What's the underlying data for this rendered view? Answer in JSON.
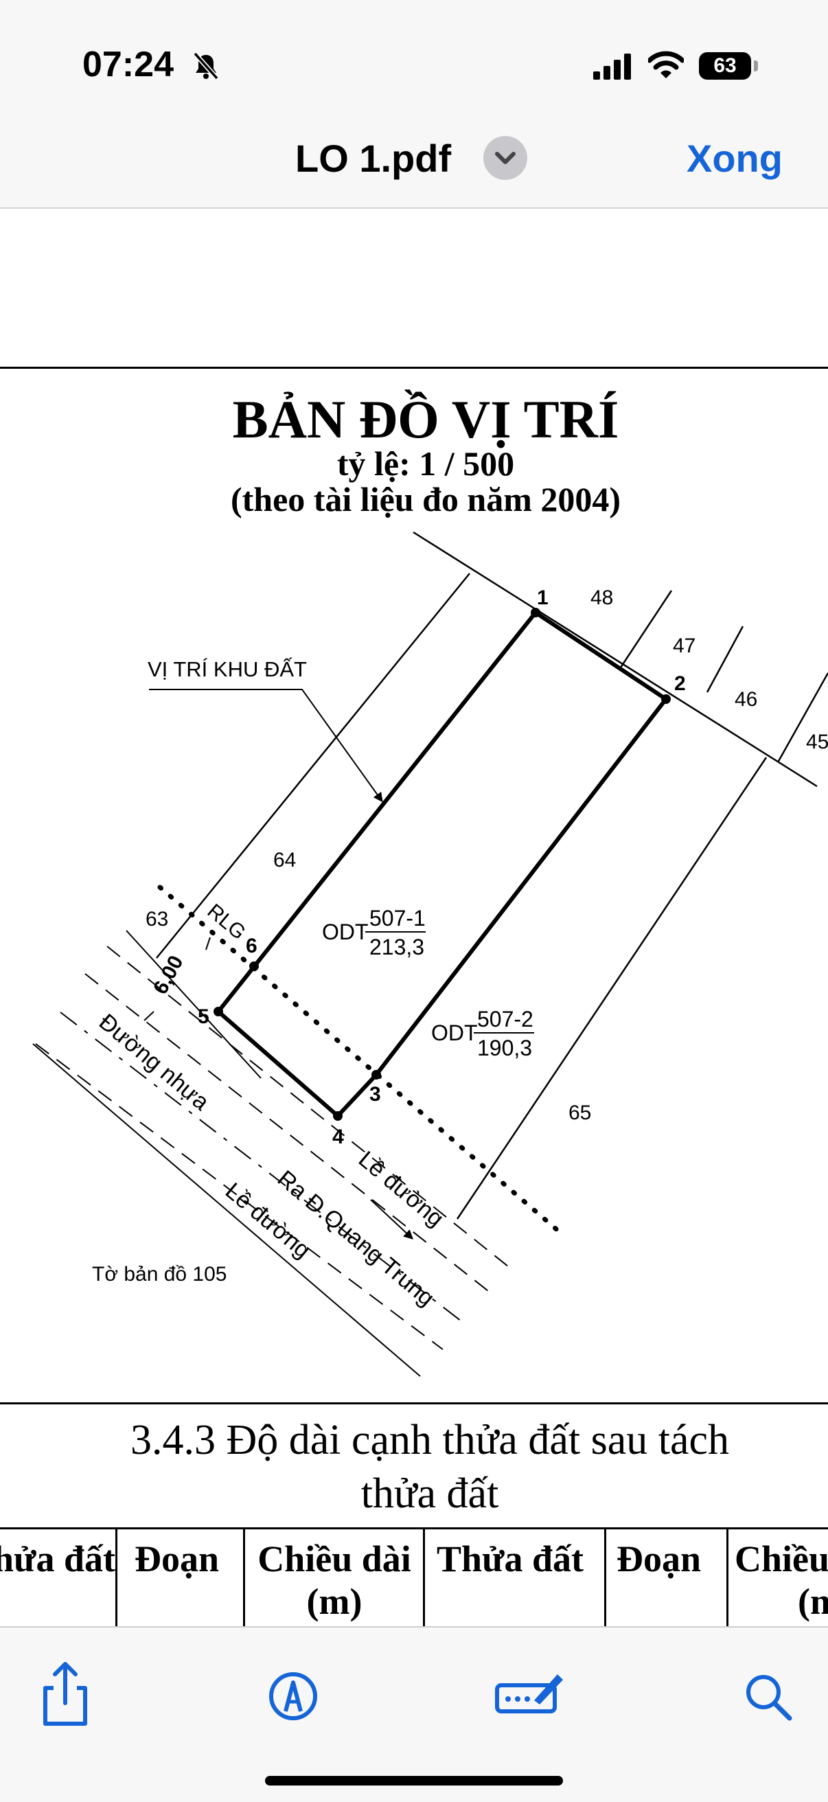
{
  "status_bar": {
    "time": "07:24",
    "battery": "63",
    "icons": [
      "bell-slash-icon",
      "signal-icon",
      "wifi-icon",
      "battery-icon"
    ]
  },
  "nav": {
    "title": "LO 1.pdf",
    "done_label": "Xong",
    "menu_icon": "chevron-down-icon"
  },
  "document": {
    "map_title": "BẢN ĐỒ VỊ TRÍ",
    "scale": "tỷ lệ: 1 / 500",
    "source_note": "(theo tài liệu đo năm 2004)",
    "map_labels": {
      "site_label": "VỊ TRÍ KHU ĐẤT",
      "corners": [
        "1",
        "2",
        "3",
        "4",
        "5",
        "6"
      ],
      "parcels": [
        "48",
        "47",
        "46",
        "45",
        "64",
        "63",
        "65"
      ],
      "lot1_type": "ODT",
      "lot1_number": "507-1",
      "lot1_area": "213,3",
      "lot2_type": "ODT",
      "lot2_number": "507-2",
      "lot2_area": "190,3",
      "rlg": "RLG",
      "setback": "6,00",
      "road_name": "Đường nhựa",
      "direction": "Ra Đ.Quang Trung",
      "sidewalk_1": "Lề đường",
      "sidewalk_2": "Lề đường",
      "sheet": "Tờ bản đồ 105"
    },
    "section_title_line1": "3.4.3 Độ dài cạnh thửa đất sau tách",
    "section_title_line2": "thửa đất",
    "table_headers": [
      "hửa đất",
      "Đoạn",
      "Chiều dài",
      "(m)",
      "Thửa đất",
      "Đoạn",
      "Chiều",
      "(m"
    ]
  },
  "toolbar": {
    "share_icon": "share-icon",
    "markup_icon": "markup-pen-icon",
    "signature_icon": "signature-icon",
    "search_icon": "search-icon"
  },
  "colors": {
    "accent": "#1565d8",
    "chrome": "#f7f7f7"
  }
}
